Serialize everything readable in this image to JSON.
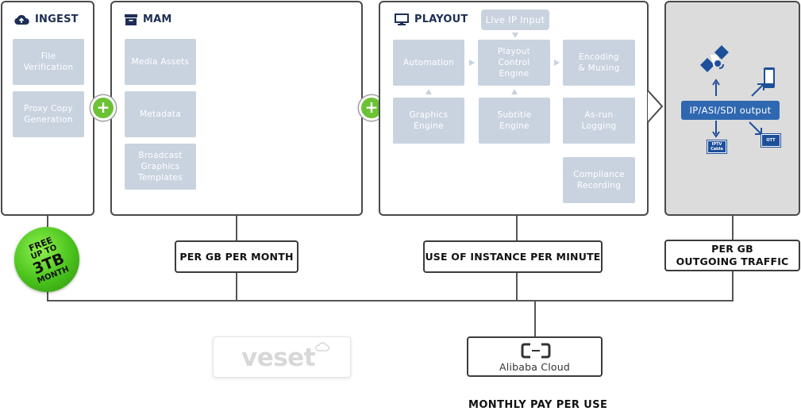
{
  "ingest": {
    "title": "INGEST",
    "items": [
      "File\nVerification",
      "Proxy Copy\nGeneration"
    ]
  },
  "mam": {
    "title": "MAM",
    "items": [
      "Media Assets",
      "Metadata",
      "Broadcast\nGraphics\nTemplates"
    ]
  },
  "playout": {
    "title": "PLAYOUT",
    "live_ip": "Live IP Input",
    "automation": "Automation",
    "control": "Playout\nControl\nEngine",
    "encoding": "Encoding\n& Muxing",
    "graphics": "Graphics\nEngine",
    "subtitle": "Subtitle\nEngine",
    "asrun": "As-run\nLogging",
    "compliance": "Compliance\nRecording"
  },
  "output": {
    "ip_output": "IP/ASI/SDI output",
    "iptv": "IPTV\nCable",
    "ott": "OTT"
  },
  "free_badge": {
    "line1": "FREE",
    "line2": "UP TO",
    "line3": "3TB",
    "line4": "MONTH"
  },
  "pricing": {
    "mam": "PER GB PER MONTH",
    "playout": "USE OF INSTANCE PER MINUTE",
    "output": "PER GB\nOUTGOING TRAFFIC"
  },
  "veset": {
    "logo_text": "veset"
  },
  "alibaba": {
    "logo_text": "Alibaba Cloud"
  },
  "footer": {
    "monthly": "MONTHLY PAY PER USE"
  },
  "colors": {
    "accent_green": "#6cc235",
    "box_blue_gray": "#c9d3df",
    "output_blue": "#2f68b0",
    "title_navy": "#1d2f55"
  }
}
